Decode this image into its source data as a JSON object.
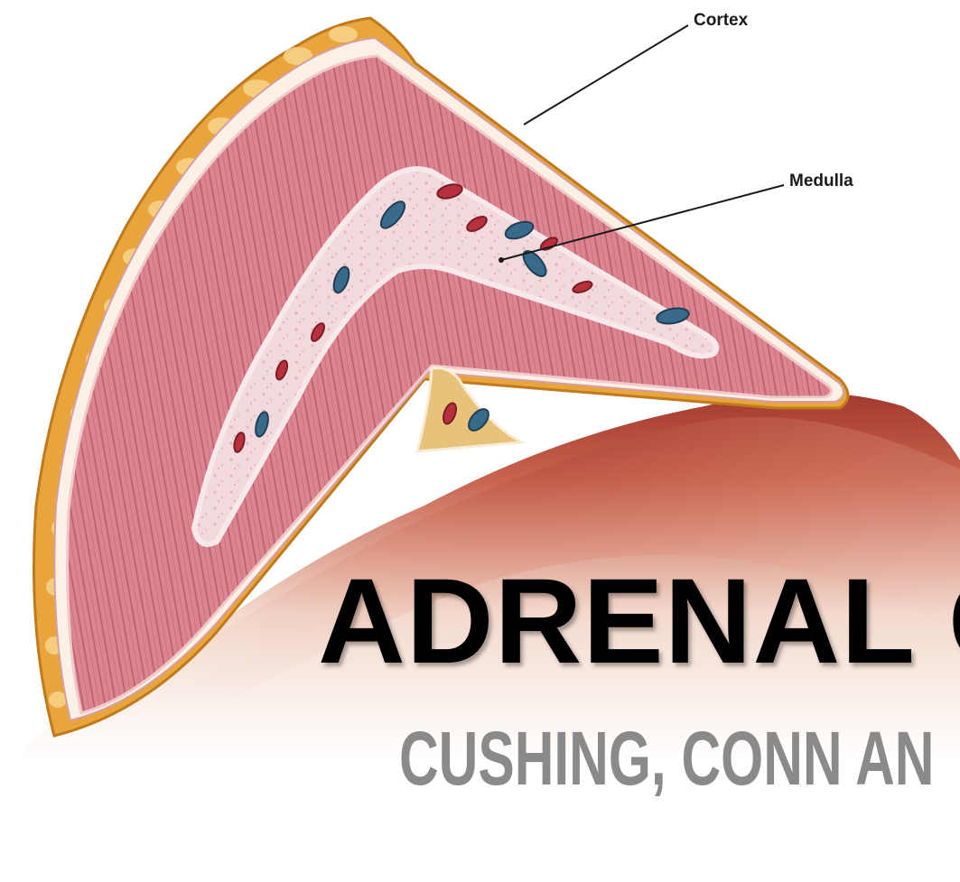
{
  "labels": {
    "cortex": "Cortex",
    "medulla": "Medulla"
  },
  "title": "ADRENAL G",
  "subtitle": "CUSHING, CONN AN",
  "colors": {
    "cortex_fill": "#d9808c",
    "cortex_lines": "#b65866",
    "capsule_fat": "#e8a63a",
    "medulla_fill": "#f0d4d6",
    "vessel_blue": "#3a6a8a",
    "vessel_red": "#b8303c",
    "kidney_surface": "#b0473a",
    "title_text": "#000000",
    "subtitle_text": "#8a8a8a"
  }
}
